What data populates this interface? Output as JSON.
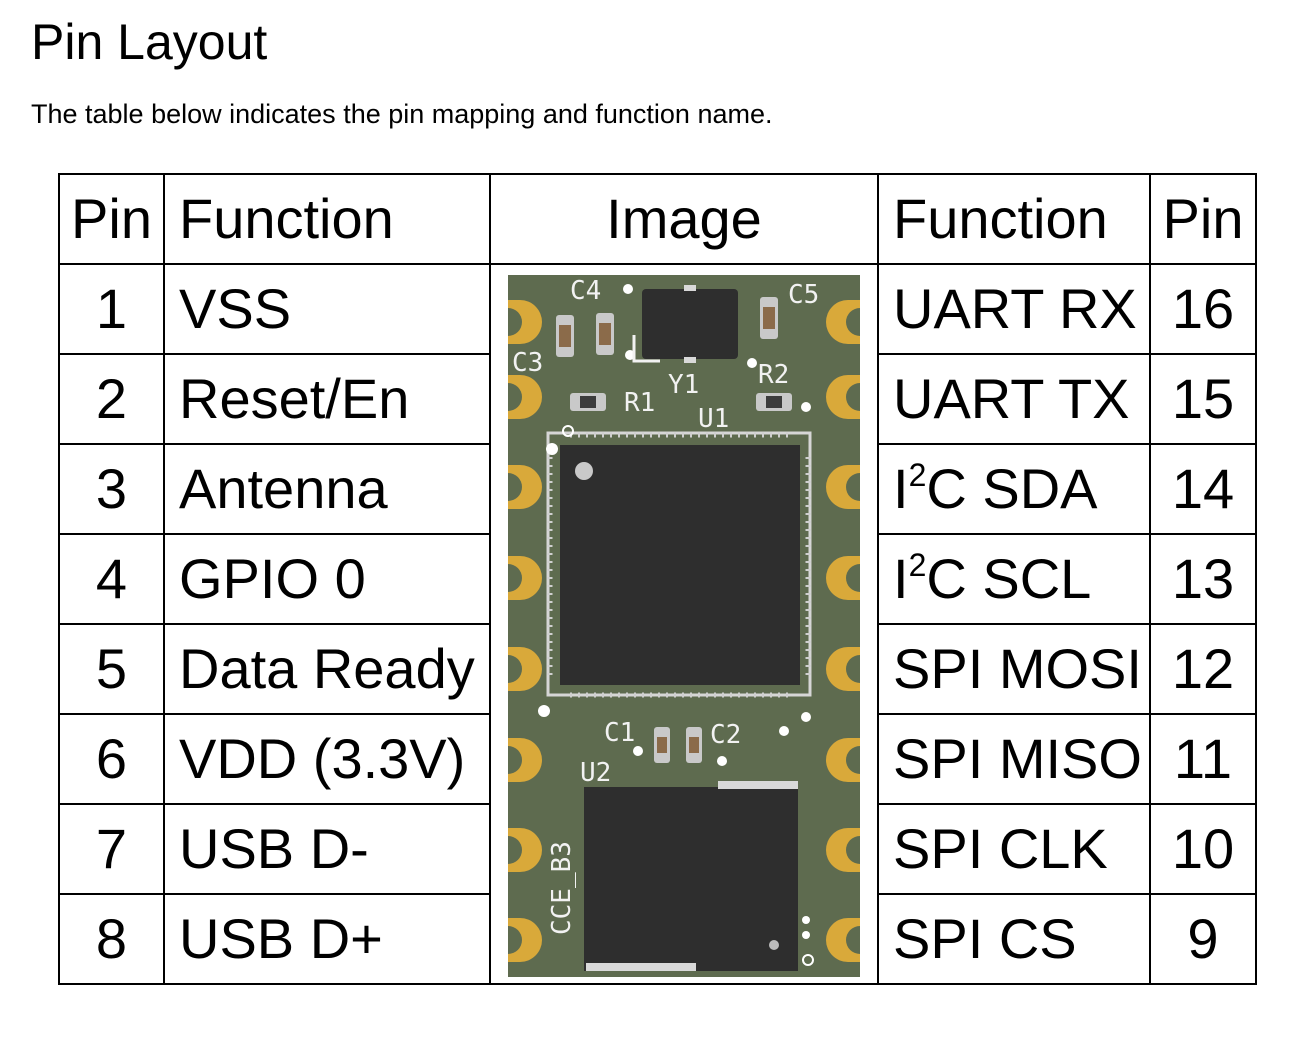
{
  "title": "Pin Layout",
  "description": "The table below indicates the pin mapping and function name.",
  "table": {
    "headers": {
      "pin_left": "Pin",
      "function_left": "Function",
      "image": "Image",
      "function_right": "Function",
      "pin_right": "Pin"
    },
    "rows": [
      {
        "pin_left": "1",
        "function_left": "VSS",
        "function_right": "UART RX",
        "pin_right": "16"
      },
      {
        "pin_left": "2",
        "function_left": "Reset/En",
        "function_right": "UART TX",
        "pin_right": "15"
      },
      {
        "pin_left": "3",
        "function_left": "Antenna",
        "function_right_pre": "I",
        "function_right_sup": "2",
        "function_right_post": "C SDA",
        "pin_right": "14"
      },
      {
        "pin_left": "4",
        "function_left": "GPIO 0",
        "function_right_pre": "I",
        "function_right_sup": "2",
        "function_right_post": "C SCL",
        "pin_right": "13"
      },
      {
        "pin_left": "5",
        "function_left": "Data Ready",
        "function_right": "SPI MOSI",
        "pin_right": "12"
      },
      {
        "pin_left": "6",
        "function_left": "VDD (3.3V)",
        "function_right": "SPI MISO",
        "pin_right": "11"
      },
      {
        "pin_left": "7",
        "function_left": "USB D-",
        "function_right": "SPI CLK",
        "pin_right": "10"
      },
      {
        "pin_left": "8",
        "function_left": "USB D+",
        "function_right": "SPI CS",
        "pin_right": "9"
      }
    ]
  },
  "board": {
    "silkscreen": {
      "c4": "C4",
      "c5": "C5",
      "c3": "C3",
      "y1": "Y1",
      "r1": "R1",
      "r2": "R2",
      "u1": "U1",
      "c1": "C1",
      "c2": "C2",
      "u2": "U2",
      "board_name": "CCE_B3"
    },
    "colors": {
      "pcb": "#5e6b4f",
      "pad": "#d9a93a",
      "chip": "#2e2e2e",
      "silk": "#f2f2f2"
    }
  }
}
